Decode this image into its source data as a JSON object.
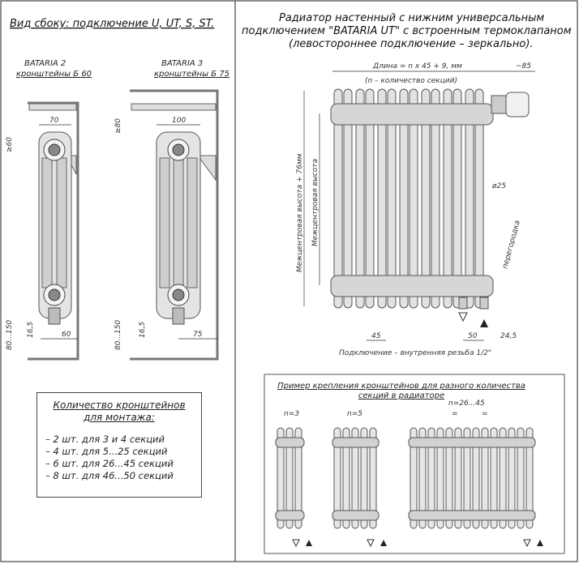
{
  "left_title": "Вид сбоку: подключение U, UT, S, ST.",
  "right_title": {
    "line1": "Радиатор настенный с нижним универсальным",
    "line2": "подключением \"BATARIA UT\" с встроенным термоклапаном",
    "line3": "(левостороннее подключение – зеркально)."
  },
  "bataria2": {
    "name": "BATARIA 2",
    "bracket": "кронштейны Б 60",
    "dim_top": "≥60",
    "dim_width": "70",
    "dim_side": "80...150",
    "dim_small": "16,5",
    "dim_bottom": "60"
  },
  "bataria3": {
    "name": "BATARIA 3",
    "bracket": "кронштейны Б 75",
    "dim_top": "≥80",
    "dim_width": "100",
    "dim_side": "80...150",
    "dim_small": "16,5",
    "dim_bottom": "75"
  },
  "front": {
    "length": "Длина = n х 45 + 9, мм",
    "sections_note": "(n – количество секций)",
    "right_offset": "~85",
    "height1": "Межцентровая высота + 76мм",
    "height2": "Межцентровая высота",
    "diameter": "ø25",
    "partition": "перегородка",
    "dim_45": "45",
    "dim_50": "50",
    "dim_24_5": "24,5",
    "connection": "Подключение – внутренняя резьба 1/2\""
  },
  "brackets_note": {
    "title_line1": "Количество кронштейнов",
    "title_line2": "для монтажа:",
    "items": [
      "– 2 шт. для 3 и 4 секций",
      "– 4 шт. для 5...25 секций",
      "– 6 шт. для 26...45 секций",
      "– 8 шт. для 46...50 секций"
    ]
  },
  "example": {
    "title_line1": "Пример крепления кронштейнов для разного количества",
    "title_line2": "секций в радиаторе",
    "n3": "n=3",
    "n5": "n=5",
    "n26": "n=26...45",
    "eq": "="
  }
}
